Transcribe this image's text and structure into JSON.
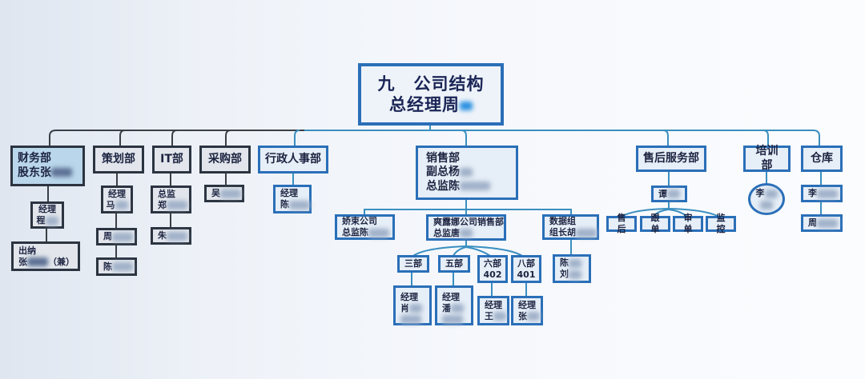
{
  "chart_title": {
    "line1": "九  公司结构",
    "line2": "总经理周"
  },
  "departments": [
    {
      "id": "finance",
      "name": "财务部",
      "head": "股东张",
      "children": [
        {
          "title": "经理",
          "name": "程"
        },
        {
          "title": "出纳",
          "name": "张",
          "suffix": "（兼）"
        }
      ]
    },
    {
      "id": "planning",
      "name": "策划部",
      "children": [
        {
          "title": "经理",
          "name": "马"
        },
        {
          "name": "周"
        },
        {
          "name": "陈"
        }
      ]
    },
    {
      "id": "it",
      "name": "IT部",
      "children": [
        {
          "title": "总监",
          "name": "郑"
        },
        {
          "name": "朱"
        }
      ]
    },
    {
      "id": "purchasing",
      "name": "采购部",
      "children": [
        {
          "name": "吴"
        }
      ]
    },
    {
      "id": "admin_hr",
      "name": "行政人事部",
      "children": [
        {
          "title": "经理",
          "name": "陈"
        }
      ]
    },
    {
      "id": "sales",
      "name": "销售部",
      "lines": [
        "销售部",
        "副总杨",
        "总监陈"
      ],
      "subunits": [
        {
          "title": "娇束公司",
          "head": "总监陈"
        },
        {
          "title": "爽露娜公司销售部",
          "head": "总监唐",
          "teams": [
            {
              "name": "三部",
              "manager": {
                "title": "经理",
                "name": "肖"
              }
            },
            {
              "name": "五部",
              "manager": {
                "title": "经理",
                "name": "潘"
              }
            },
            {
              "name": "六部",
              "code": "402",
              "manager": {
                "title": "经理",
                "name": "王"
              }
            },
            {
              "name": "八部",
              "code": "401",
              "manager": {
                "title": "经理",
                "name": "张"
              }
            }
          ]
        },
        {
          "title": "数据组",
          "head": "组长胡",
          "members": [
            "陈",
            "刘"
          ]
        }
      ]
    },
    {
      "id": "after_sales",
      "name": "售后服务部",
      "lead": "谭",
      "teams": [
        "售后",
        "跟单",
        "审单",
        "监控"
      ]
    },
    {
      "id": "training",
      "name": "培训部",
      "lead": "李"
    },
    {
      "id": "warehouse",
      "name": "仓库",
      "children": [
        {
          "name": "李"
        },
        {
          "name": "周"
        }
      ]
    }
  ],
  "colors": {
    "blue_border": "#2a6fb8",
    "dark_border": "#2b3440",
    "fill_light": "#e6eef7",
    "fill_finance": "#b9d6ea",
    "connector_blue": "#3a8fc0",
    "connector_dark": "#3a3f46"
  }
}
